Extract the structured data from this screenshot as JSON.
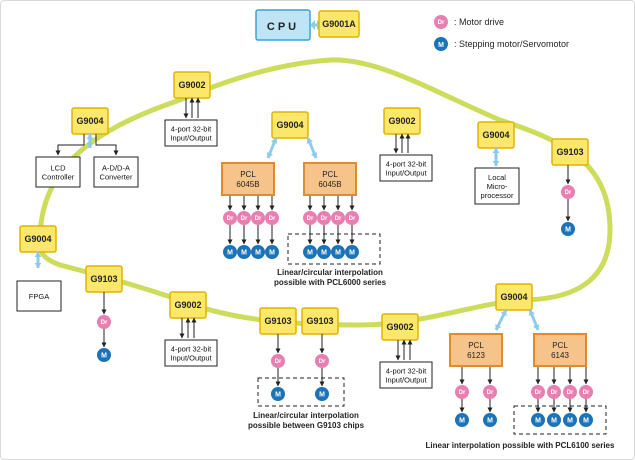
{
  "cpu": "CPU",
  "chips": {
    "g9001a": "G9001A",
    "g9002": "G9002",
    "g9004": "G9004",
    "g9103": "G9103"
  },
  "pcl": {
    "pcl6045b": [
      "PCL",
      "6045B"
    ],
    "pcl6123": [
      "PCL",
      "6123"
    ],
    "pcl6143": [
      "PCL",
      "6143"
    ]
  },
  "boxes": {
    "io": [
      "4-port 32-bit",
      "Input/Output"
    ],
    "lcd": [
      "LCD",
      "Controller"
    ],
    "adda": [
      "A-D/D-A",
      "Converter"
    ],
    "fpga": "FPGA",
    "micro": [
      "Local",
      "Micro-",
      "processor"
    ]
  },
  "symbols": {
    "dr": "Dr",
    "m": "M"
  },
  "legend": {
    "motor_drive": ": Motor drive",
    "stepping_motor": ": Stepping motor/Servomotor"
  },
  "notes": {
    "pcl6000": [
      "Linear/circular interpolation",
      "possible with PCL6000 series"
    ],
    "g9103": [
      "Linear/circular interpolation",
      "possible between G9103 chips"
    ],
    "pcl6100": "Linear interpolation possible with PCL6100 series"
  },
  "colors": {
    "ring": "#cddc5a",
    "chip_fill": "#fbe86a",
    "chip_stroke": "#e0b400",
    "pcl_fill": "#f6c38a",
    "pcl_stroke": "#e38a2d",
    "dr": "#e77fb2",
    "motor": "#1c73b8",
    "cpu_fill": "#bfe4f6",
    "cpu_stroke": "#3aa3d6",
    "arrow_blue": "#8ccbea"
  }
}
